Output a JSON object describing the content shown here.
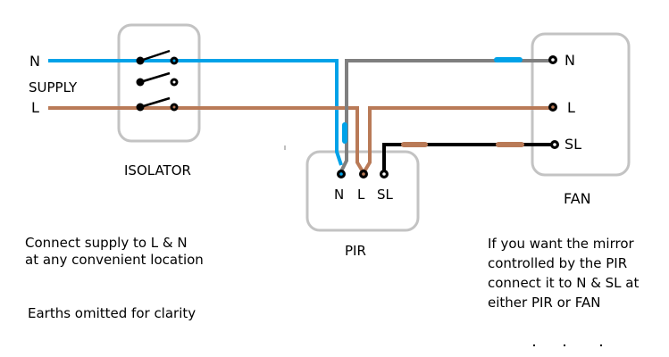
{
  "colors": {
    "neutral_blue": "#00a2e8",
    "live_brown": "#b97a57",
    "neutral_grey": "#7f7f7f",
    "switched_black": "#000000",
    "box_outline": "#c3c3c3"
  },
  "supply": {
    "n_label": "N",
    "title": "SUPPLY",
    "l_label": "L"
  },
  "isolator": {
    "label": "ISOLATOR"
  },
  "pir": {
    "label": "PIR",
    "terminals": [
      "N",
      "L",
      "SL"
    ]
  },
  "fan": {
    "label": "FAN",
    "terminals": [
      "N",
      "L",
      "SL"
    ]
  },
  "notes": {
    "connect": "Connect supply to L & N\nat any convenient location",
    "earths": "Earths omitted for clarity",
    "mirror": "If you want the mirror\ncontrolled by the PIR\nconnect it to N & SL at\neither PIR or FAN"
  }
}
